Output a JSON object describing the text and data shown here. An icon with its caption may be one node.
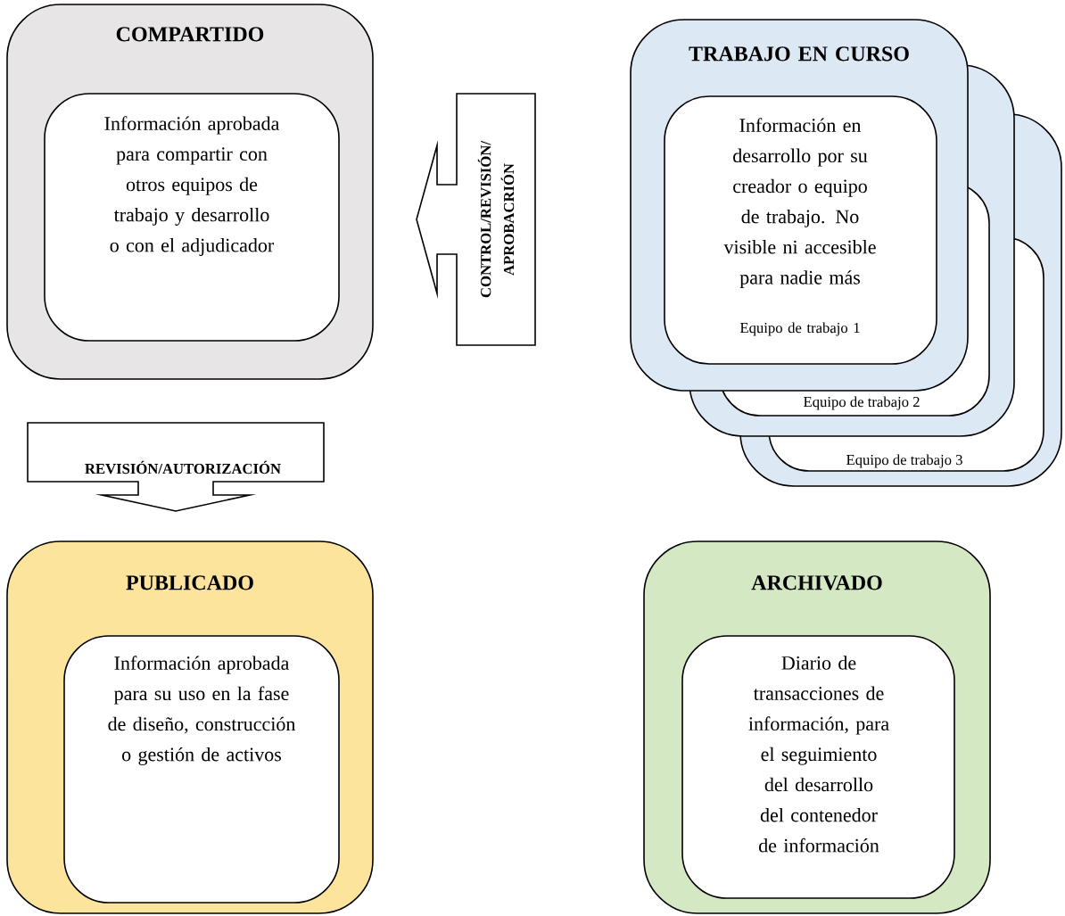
{
  "diagram": {
    "nodes": [
      {
        "text": [
          "COMPARTIDO"
        ]
      },
      {
        "text": [
          "Información aprobada para compartir con otros equipos de trabajo y desarrollo o con el adjudicador"
        ],
        "in": 0
      },
      {
        "text": [
          "TRABAJO EN CURSO"
        ]
      },
      {
        "text": [
          "Información en desarrollo por su creador o equipo de trabajo. No visible ni accesible para nadie más",
          "Equipo de trabajo 1"
        ],
        "in": 2
      },
      {
        "text": [
          "PUBLICADO"
        ]
      },
      {
        "text": [
          "Información aprobada para su uso en la fase de diseño, construcción o gestión de activos"
        ],
        "in": 4
      },
      {
        "text": [
          "ARCHIVADO"
        ]
      },
      {
        "text": [
          "Diario de transacciones de información, para el seguimiento del desarrollo del contenedor de información"
        ],
        "in": 6
      }
    ],
    "edges": [
      {
        "from": 2,
        "to": 0,
        "arrow": "to",
        "label": "CONTROL/REVISIÓN/ APROBACRIÓN"
      },
      {
        "from": 0,
        "to": 4,
        "arrow": "to",
        "label": "REVISIÓN/AUTORIZACIÓN"
      }
    ],
    "labels": [
      "Equipo de trabajo 2",
      "Equipo de trabajo 3"
    ]
  }
}
